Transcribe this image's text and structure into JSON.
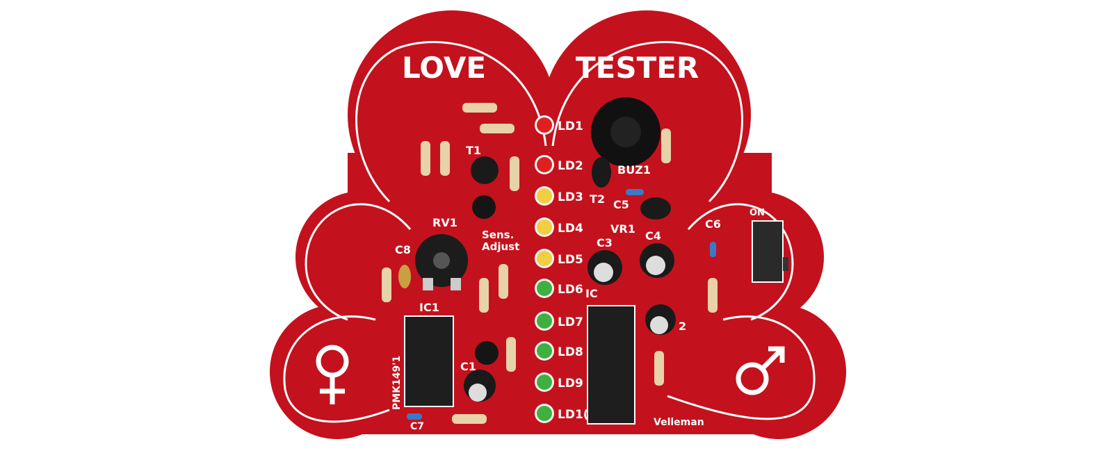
{
  "board": {
    "title_left": "LOVE",
    "title_right": "TESTER",
    "brand": "Velleman",
    "part_number": "PMK149'1",
    "sens_label_1": "Sens.",
    "sens_label_2": "Adjust",
    "switch_label": "ON",
    "colors": {
      "pcb": "#c3121d",
      "silk": "#ffffff",
      "led_red": "#e02020",
      "led_yellow": "#f0d040",
      "led_green": "#3fb040"
    }
  },
  "leds": [
    {
      "label": "LD1",
      "color": "red"
    },
    {
      "label": "LD2",
      "color": "red"
    },
    {
      "label": "LD3",
      "color": "yellow"
    },
    {
      "label": "LD4",
      "color": "yellow"
    },
    {
      "label": "LD5",
      "color": "yellow"
    },
    {
      "label": "LD6",
      "color": "green"
    },
    {
      "label": "LD7",
      "color": "green"
    },
    {
      "label": "LD8",
      "color": "green"
    },
    {
      "label": "LD9",
      "color": "green"
    },
    {
      "label": "LD1(",
      "color": "green"
    }
  ],
  "designators": {
    "t1": "T1",
    "t2": "T2",
    "buz": "BUZ1",
    "c5": "C5",
    "vr1": "VR1",
    "c6": "C6",
    "rv1": "RV1",
    "c8": "C8",
    "ic1": "IC1",
    "c3": "C3",
    "c4": "C4",
    "ic2": "IC",
    "c2": "2",
    "c1": "C1",
    "c7": "C7"
  },
  "symbols": {
    "female": "female-symbol",
    "male": "male-symbol"
  }
}
